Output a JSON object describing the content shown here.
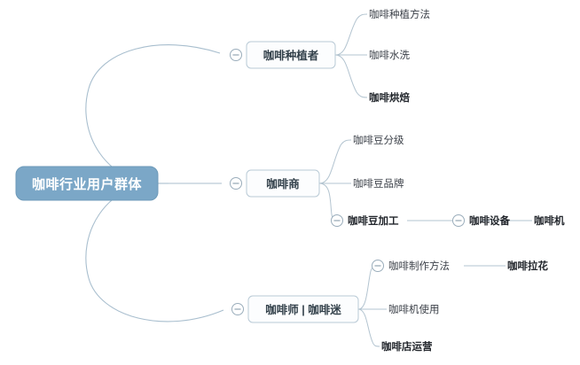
{
  "diagram": {
    "type": "mind-map",
    "title": "咖啡行业用户群体",
    "colors": {
      "root_fill": "#7ba7c7",
      "root_text": "#ffffff",
      "branch_fill": "#fcfdfe",
      "branch_border": "#b9cad6",
      "edge": "#a8bece",
      "leaf_text": "#3a3f47",
      "background": "#ffffff"
    },
    "root": {
      "label": "咖啡行业用户群体",
      "toggle": "collapse-toggle"
    },
    "branches": [
      {
        "label": "咖啡种植者",
        "toggle": "collapse-toggle",
        "children": [
          {
            "label": "咖啡种植方法",
            "bold": false
          },
          {
            "label": "咖啡水洗",
            "bold": false
          },
          {
            "label": "咖啡烘焙",
            "bold": true
          }
        ]
      },
      {
        "label": "咖啡商",
        "toggle": "collapse-toggle",
        "children": [
          {
            "label": "咖啡豆分级",
            "bold": false
          },
          {
            "label": "咖啡豆品牌",
            "bold": false
          },
          {
            "label": "咖啡豆加工",
            "bold": true,
            "toggle": "collapse-toggle",
            "children": [
              {
                "label": "咖啡设备",
                "bold": true,
                "toggle": "collapse-toggle",
                "children": [
                  {
                    "label": "咖啡机",
                    "bold": true
                  }
                ]
              }
            ]
          }
        ]
      },
      {
        "label": "咖啡师 | 咖啡迷",
        "toggle": "collapse-toggle",
        "children": [
          {
            "label": "咖啡制作方法",
            "bold": false,
            "toggle": "collapse-toggle",
            "children": [
              {
                "label": "咖啡拉花",
                "bold": true
              }
            ]
          },
          {
            "label": "咖啡机使用",
            "bold": false
          },
          {
            "label": "咖啡店运营",
            "bold": true
          }
        ]
      }
    ]
  }
}
